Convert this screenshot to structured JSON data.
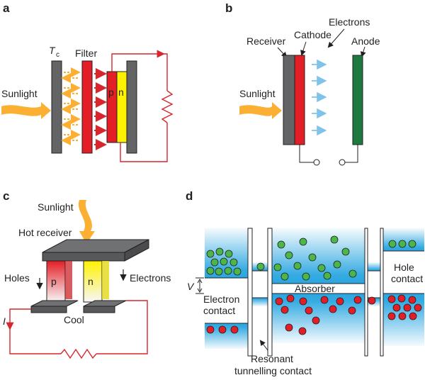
{
  "panels": {
    "a": {
      "letter": "a",
      "sunlight": "Sunlight",
      "tc_main": "T",
      "tc_sub": "c",
      "filter": "Filter",
      "p": "p",
      "n": "n"
    },
    "b": {
      "letter": "b",
      "electrons": "Electrons",
      "receiver": "Receiver",
      "cathode": "Cathode",
      "anode": "Anode",
      "sunlight": "Sunlight"
    },
    "c": {
      "letter": "c",
      "sunlight": "Sunlight",
      "hot_receiver": "Hot receiver",
      "holes": "Holes",
      "electrons": "Electrons",
      "p": "p",
      "n": "n",
      "cool": "Cool",
      "current": "I"
    },
    "d": {
      "letter": "d",
      "v": "V",
      "electron_contact_1": "Electron",
      "electron_contact_2": "contact",
      "absorber": "Absorber",
      "hole_contact_1": "Hole",
      "hole_contact_2": "contact",
      "resonant_1": "Resonant",
      "resonant_2": "tunnelling contact"
    }
  },
  "colors": {
    "grey": "#636466",
    "red": "#e31e26",
    "yellow": "#fff200",
    "green": "#1e7a3f",
    "sun": "#fbb034",
    "wire": "#d7262c",
    "electron_blue": "#7fc3e8",
    "band_blue": "#2aa6e0",
    "dot_green": "#4cb748",
    "dot_red": "#e31e26"
  }
}
